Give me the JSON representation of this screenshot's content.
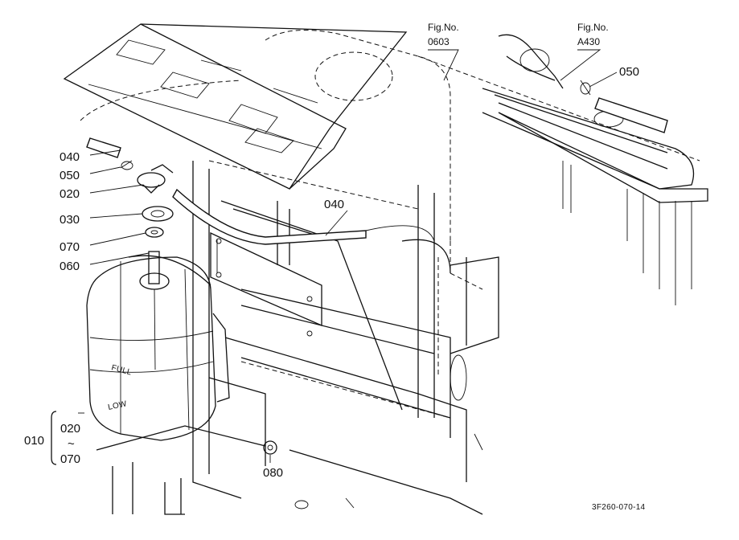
{
  "diagram": {
    "code": "3F260-070-14",
    "fig_refs": [
      {
        "id": "0603",
        "line1": "Fig.No.",
        "line2": "0603"
      },
      {
        "id": "A430",
        "line1": "Fig.No.",
        "line2": "A430"
      }
    ],
    "part_labels": {
      "p040a": "040",
      "p050a": "050",
      "p020a": "020",
      "p030": "030",
      "p070a": "070",
      "p060": "060",
      "p040b": "040",
      "p050b": "050",
      "p080": "080",
      "p010": "010",
      "p020b": "020",
      "tilde": "~",
      "p070b": "070"
    },
    "tank_marks": {
      "full": "FULL",
      "low": "LOW"
    }
  }
}
